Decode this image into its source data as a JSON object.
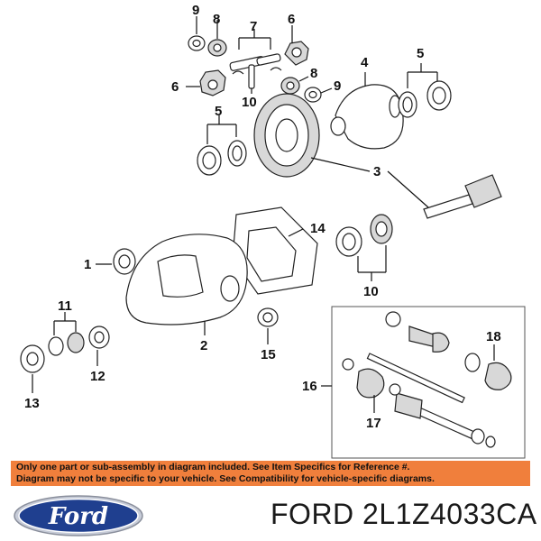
{
  "callouts": {
    "c9a": "9",
    "c8a": "8",
    "c7": "7",
    "c6a": "6",
    "c6b": "6",
    "c8b": "8",
    "c9b": "9",
    "c10a": "10",
    "c4": "4",
    "c5a": "5",
    "c5b": "5",
    "c3": "3",
    "c14": "14",
    "c1": "1",
    "c10b": "10",
    "c11": "11",
    "c2": "2",
    "c15": "15",
    "c12": "12",
    "c13": "13",
    "c18": "18",
    "c16": "16",
    "c17": "17"
  },
  "notice": {
    "line1": "Only one part or sub-assembly in diagram included. See Item Specifics for Reference #.",
    "line2": "Diagram may not be specific to your vehicle. See Compatibility for vehicle-specific diagrams."
  },
  "brand": {
    "logo_text": "Ford",
    "part_number": "FORD 2L1Z4033CA",
    "colors": {
      "notice_bg": "#f07f3c",
      "logo_blue": "#1f3f8f"
    }
  }
}
